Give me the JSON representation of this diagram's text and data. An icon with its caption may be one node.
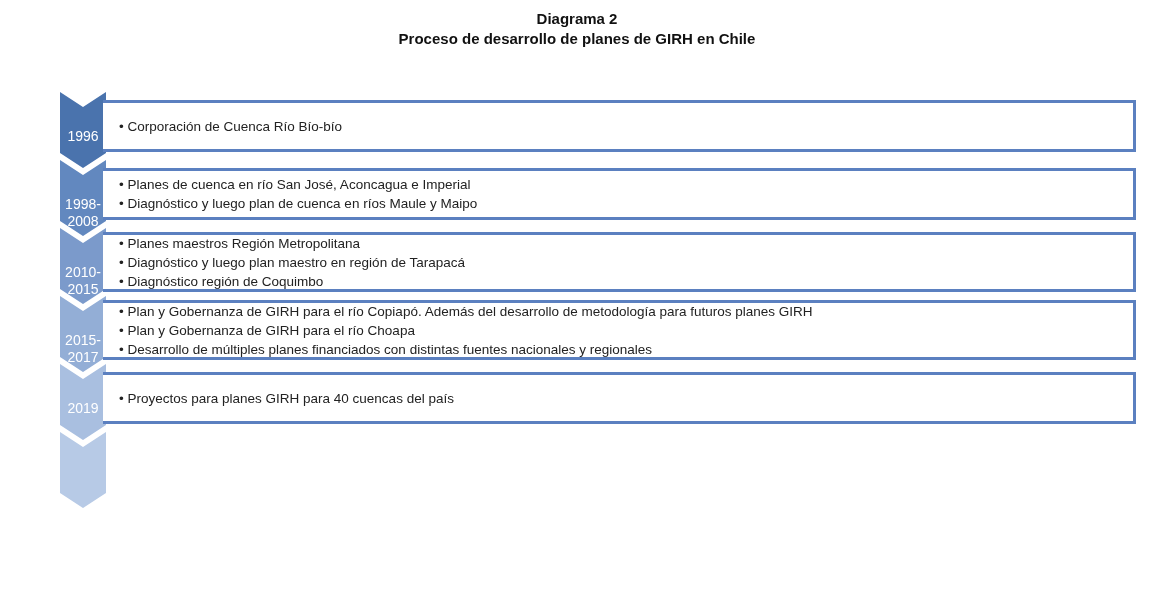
{
  "diagram": {
    "title": "Diagrama 2",
    "nodes": [
      {
        "text": [
          "1996"
        ]
      },
      {
        "text": [
          "• Corporación de Cuenca Río Bío-bío"
        ]
      },
      {
        "text": [
          "1998- 2008"
        ]
      },
      {
        "text": [
          "• Planes de cuenca en río San José, Aconcagua e Imperial",
          "• Diagnóstico y luego plan de cuenca en ríos Maule y Maipo"
        ]
      },
      {
        "text": [
          "2010- 2015"
        ]
      },
      {
        "text": [
          "• Planes maestros Región Metropolitana",
          "• Diagnóstico y luego plan maestro en región de Tarapacá",
          "• Diagnóstico región de Coquimbo"
        ]
      },
      {
        "text": [
          "2015- 2017"
        ]
      },
      {
        "text": [
          "• Plan y Gobernanza de GIRH para el río Copiapó. Además del desarrollo de metodología para futuros planes GIRH",
          "• Plan y Gobernanza de GIRH para el río Choapa",
          "• Desarrollo de múltiples planes financiados con distintas fuentes nacionales y regionales"
        ]
      },
      {
        "text": [
          "2019"
        ]
      },
      {
        "text": [
          "• Proyectos para planes GIRH para 40 cuencas del país"
        ]
      },
      {
        "text": [],
        "shape": "chevron"
      }
    ],
    "labels": [
      "Proceso de desarrollo de planes de GIRH en Chile"
    ]
  }
}
